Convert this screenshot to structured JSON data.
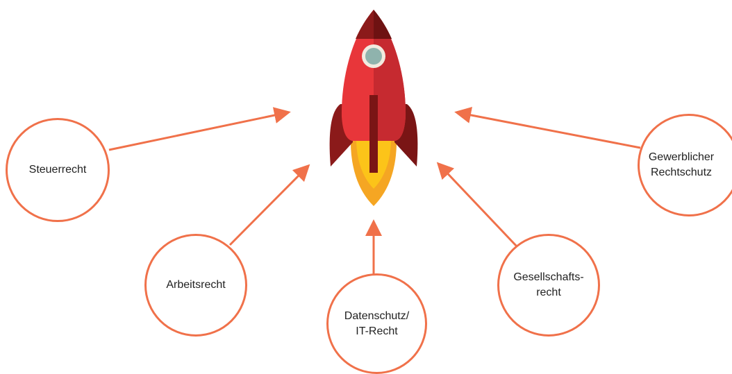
{
  "diagram": {
    "accent_color": "#f0714a",
    "center_icon": "rocket-icon",
    "nodes": [
      {
        "id": "steuerrecht",
        "lines": [
          "Steuerrecht"
        ]
      },
      {
        "id": "arbeitsrecht",
        "lines": [
          "Arbeitsrecht"
        ]
      },
      {
        "id": "datenschutz",
        "lines": [
          "Datenschutz/",
          "IT-Recht"
        ]
      },
      {
        "id": "gesellschaft",
        "lines": [
          "Gesellschafts-",
          "recht"
        ]
      },
      {
        "id": "gewerblicher",
        "lines": [
          "Gewerblicher",
          "Rechtschutz"
        ]
      }
    ],
    "edges": [
      {
        "from": "steuerrecht",
        "to": "rocket"
      },
      {
        "from": "arbeitsrecht",
        "to": "rocket"
      },
      {
        "from": "datenschutz",
        "to": "rocket"
      },
      {
        "from": "gesellschaft",
        "to": "rocket"
      },
      {
        "from": "gewerblicher",
        "to": "rocket"
      }
    ]
  }
}
